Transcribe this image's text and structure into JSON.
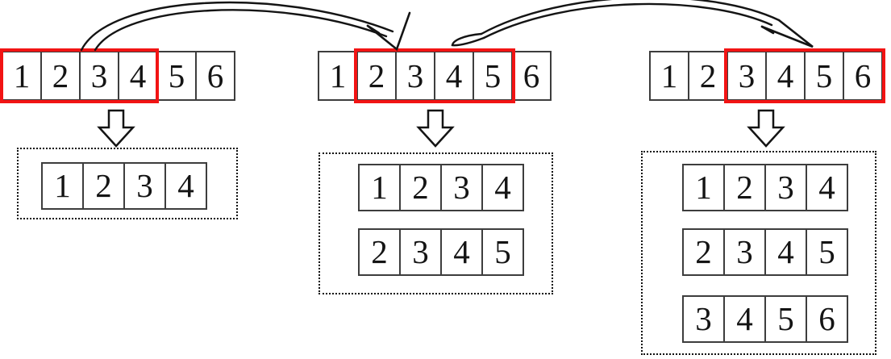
{
  "colors": {
    "window_highlight": "#f21414",
    "cell_border": "#3d3d3d",
    "digit_text": "#141414",
    "arrow_stroke": "#141414",
    "background": "#ffffff"
  },
  "icons": {
    "slide_arrow_1": "curved-arrow-right",
    "slide_arrow_2": "curved-arrow-right",
    "down_arrow": "block-arrow-down"
  },
  "stages": [
    {
      "name": "window-position-1",
      "sequence": [
        "1",
        "2",
        "3",
        "4",
        "5",
        "6"
      ],
      "window": {
        "start_index": 0,
        "size": 4,
        "values": [
          "1",
          "2",
          "3",
          "4"
        ]
      },
      "outputs": [
        [
          "1",
          "2",
          "3",
          "4"
        ]
      ]
    },
    {
      "name": "window-position-2",
      "sequence": [
        "1",
        "2",
        "3",
        "4",
        "5",
        "6"
      ],
      "window": {
        "start_index": 1,
        "size": 4,
        "values": [
          "2",
          "3",
          "4",
          "5"
        ]
      },
      "outputs": [
        [
          "1",
          "2",
          "3",
          "4"
        ],
        [
          "2",
          "3",
          "4",
          "5"
        ]
      ]
    },
    {
      "name": "window-position-3",
      "sequence": [
        "1",
        "2",
        "3",
        "4",
        "5",
        "6"
      ],
      "window": {
        "start_index": 2,
        "size": 4,
        "values": [
          "3",
          "4",
          "5",
          "6"
        ]
      },
      "outputs": [
        [
          "1",
          "2",
          "3",
          "4"
        ],
        [
          "2",
          "3",
          "4",
          "5"
        ],
        [
          "3",
          "4",
          "5",
          "6"
        ]
      ]
    }
  ]
}
